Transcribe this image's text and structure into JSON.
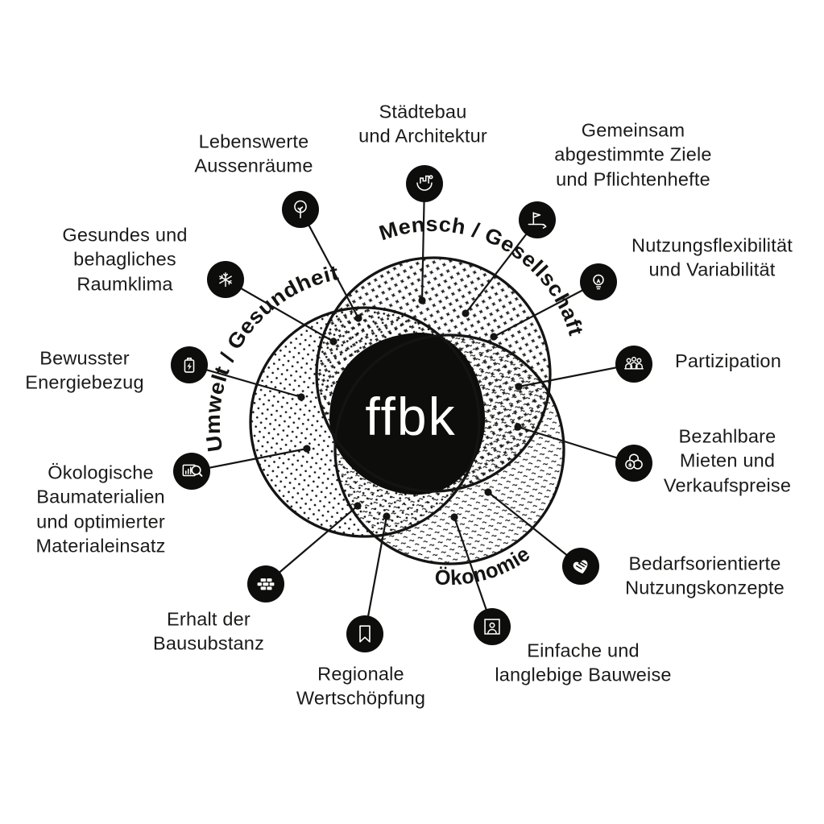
{
  "diagram": {
    "logo": "ffbk",
    "background": "#ffffff",
    "ink": "#141413"
  },
  "venn": {
    "circles": [
      {
        "id": "mensch",
        "label": "Mensch / Gesellschaft",
        "pattern": "cross"
      },
      {
        "id": "umwelt",
        "label": "Umwelt / Gesundheit",
        "pattern": "dots"
      },
      {
        "id": "oekonomie",
        "label": "Ökonomie",
        "pattern": "dash"
      }
    ]
  },
  "items": [
    {
      "label": "Städtebau\nund Architektur",
      "icon": "city-building-icon"
    },
    {
      "label": "Gemeinsam\nabgestimmte Ziele\nund Pflichtenhefte",
      "icon": "goal-flag-icon"
    },
    {
      "label": "Nutzungsflexibilität\nund Variabilität",
      "icon": "lightbulb-icon"
    },
    {
      "label": "Partizipation",
      "icon": "people-group-icon"
    },
    {
      "label": "Bezahlbare\nMieten und\nVerkaufspreise",
      "icon": "coins-icon"
    },
    {
      "label": "Bedarfsorientierte\nNutzungskonzepte",
      "icon": "heart-hands-icon"
    },
    {
      "label": "Einfache und\nlanglebige Bauweise",
      "icon": "portrait-frame-icon"
    },
    {
      "label": "Regionale\nWertschöpfung",
      "icon": "bookmark-icon"
    },
    {
      "label": "Erhalt der\nBausubstanz",
      "icon": "brick-wall-icon"
    },
    {
      "label": "Ökologische\nBaumaterialien\nund optimierter\nMaterialeinsatz",
      "icon": "chart-magnifier-icon"
    },
    {
      "label": "Bewusster\nEnergiebezug",
      "icon": "battery-energy-icon"
    },
    {
      "label": "Gesundes und\nbehagliches\nRaumklima",
      "icon": "snowflake-icon"
    },
    {
      "label": "Lebenswerte\nAussenräume",
      "icon": "tree-icon"
    }
  ]
}
